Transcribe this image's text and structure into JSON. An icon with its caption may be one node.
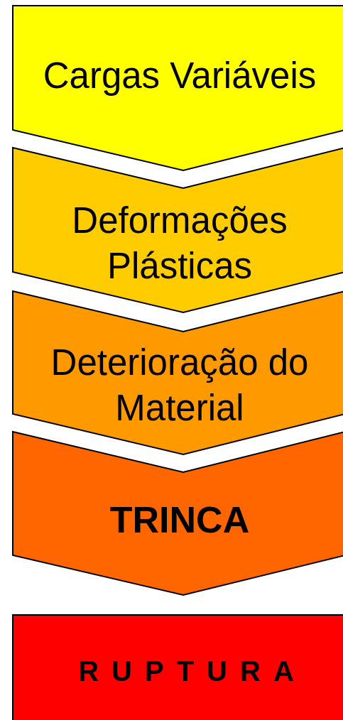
{
  "diagram": {
    "nodes": [
      {
        "text": [
          "Cargas Variáveis"
        ]
      },
      {
        "text": [
          "Deformações Plásticas"
        ]
      },
      {
        "text": [
          "Deterioração do Material"
        ]
      },
      {
        "text": [
          "TRINCA"
        ]
      },
      {
        "text": [
          "RUPTURA"
        ]
      }
    ]
  }
}
